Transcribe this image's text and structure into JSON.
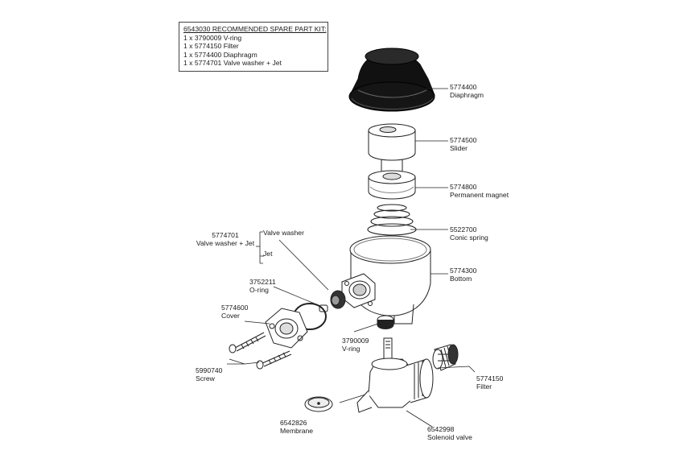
{
  "kit": {
    "title": "6543030 RECOMMENDED SPARE PART KIT:",
    "items": [
      "1 x 3790009  V-ring",
      "1 x 5774150  Filter",
      "1 x 5774400  Diaphragm",
      "1 x 5774701  Valve washer + Jet"
    ]
  },
  "parts": {
    "diaphragm": {
      "number": "5774400",
      "name": "Diaphragm"
    },
    "slider": {
      "number": "5774500",
      "name": "Slider"
    },
    "magnet": {
      "number": "5774800",
      "name": "Permanent magnet"
    },
    "spring": {
      "number": "5522700",
      "name": "Conic spring"
    },
    "bottom": {
      "number": "5774300",
      "name": "Bottom"
    },
    "valve_washer_jet": {
      "number": "5774701",
      "name": "Valve washer + Jet"
    },
    "oring": {
      "number": "3752211",
      "name": "O-ring"
    },
    "cover": {
      "number": "5774600",
      "name": "Cover"
    },
    "vring": {
      "number": "3790009",
      "name": "V-ring"
    },
    "screw": {
      "number": "5990740",
      "name": "Screw"
    },
    "filter": {
      "number": "5774150",
      "name": "Filter"
    },
    "membrane": {
      "number": "6542826",
      "name": "Membrane"
    },
    "solenoid": {
      "number": "6542998",
      "name": "Solenoid valve"
    }
  },
  "bracket": {
    "washer": "Valve washer",
    "jet": "Jet"
  }
}
